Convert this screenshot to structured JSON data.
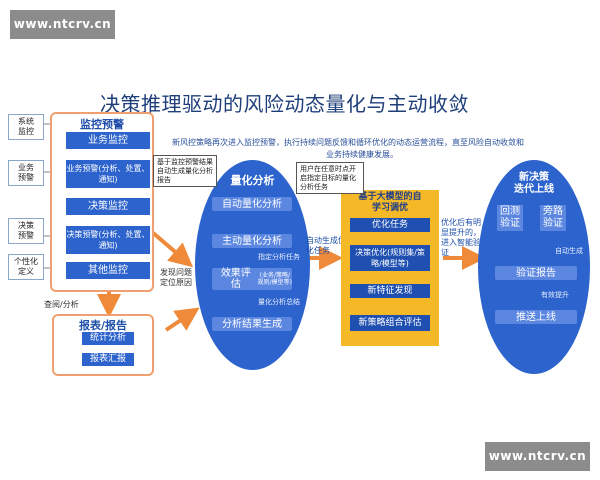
{
  "watermarks": {
    "top": "www.ntcrv.cn",
    "bottom": "www.ntcrv.cn"
  },
  "title": "决策推理驱动的风险动态量化与主动收敛",
  "intro": [
    "新风控策略再次进入监控预警，执行持续问题反馈和循环优化的动态运营流程，直至风险自动收敛和",
    "业务持续健康发展。"
  ],
  "side_labels": [
    "系统\n监控",
    "业务\n预警",
    "决策\n预警",
    "个性化\n定义"
  ],
  "monitor": {
    "header": "监控预警",
    "items": [
      "业务监控",
      "业务预警(分析、处置、\n通知)",
      "决策监控",
      "决策预警(分析、处置、\n通知)",
      "其他监控"
    ]
  },
  "report": {
    "header": "报表/报告",
    "items": [
      "统计分析",
      "报表汇报"
    ]
  },
  "left_labels": {
    "query": "查阅/分析",
    "trigger": "发现问题\n定位原因"
  },
  "quant": {
    "header": "量化分析",
    "callout": "基于监控预警结果\n自动生成量化分析\n报告",
    "items": [
      "自动量化分析",
      "主动量化分析",
      "效果评估",
      "分析结果生成"
    ],
    "item3_sub": "(业务/策略/\n规则/模型等)",
    "notes": [
      "指定分析任务",
      "量化分析总结"
    ]
  },
  "mid_labels": {
    "gen": "自动生成优\n化任务",
    "deploy": "优化后有明\n显提升的，\n进入智能验\n证"
  },
  "llm": {
    "header": "基于大模型的自\n学习调优",
    "callout": "用户在任意时点开\n启指定目标的量化\n分析任务",
    "items": [
      "优化任务",
      "决策优化(规则集/策\n略/模型等)",
      "新特征发现",
      "新策略组合评估"
    ]
  },
  "newdec": {
    "header": "新决策\n迭代上线",
    "items": [
      "回测\n验证",
      "旁路\n验证",
      "验证报告",
      "推送上线"
    ],
    "notes": [
      "自动生成",
      "有效提升"
    ]
  }
}
